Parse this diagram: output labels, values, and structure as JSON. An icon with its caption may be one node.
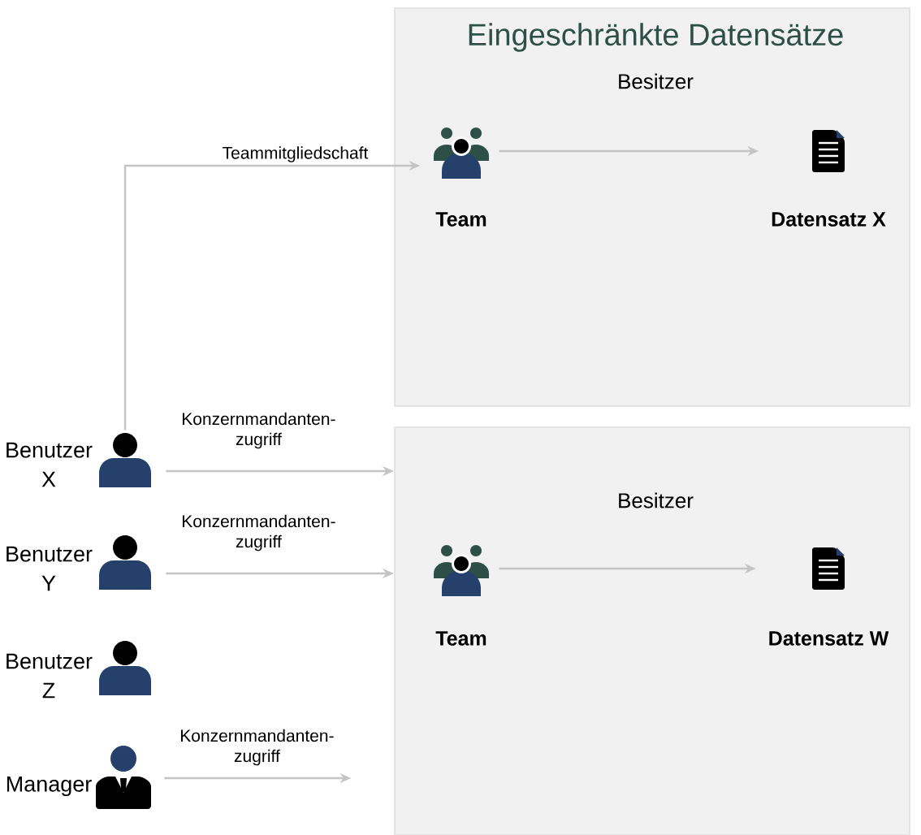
{
  "diagram": {
    "nodes": [
      {
        "text": [
          "Eingeschränkte Datensätze",
          "Besitzer"
        ]
      },
      {
        "text": [
          "Team"
        ],
        "in": 0
      },
      {
        "text": [
          "Datensatz X"
        ],
        "in": 0
      },
      {
        "text": [
          "Besitzer"
        ]
      },
      {
        "text": [
          "Team"
        ],
        "in": 3
      },
      {
        "text": [
          "Datensatz W"
        ],
        "in": 3
      },
      {
        "text": [
          "Benutzer X"
        ]
      },
      {
        "text": [
          "Benutzer Y"
        ]
      },
      {
        "text": [
          "Benutzer Z"
        ]
      },
      {
        "text": [
          "Manager"
        ]
      }
    ],
    "edges": [
      {
        "from": 1,
        "to": 2,
        "arrow": "to"
      },
      {
        "from": 4,
        "to": 5,
        "arrow": "to"
      },
      {
        "from": 6,
        "to": 1,
        "arrow": "to",
        "label": "Teammitgliedschaft"
      },
      {
        "from": 6,
        "to": 3,
        "arrow": "to",
        "label": "Konzernmandanten- zugriff"
      },
      {
        "from": 7,
        "to": 3,
        "arrow": "to",
        "label": "Konzernmandanten- zugriff"
      },
      {
        "from": 9,
        "to": null,
        "arrow": "to",
        "label": "Konzernmandanten- zugriff"
      }
    ]
  }
}
